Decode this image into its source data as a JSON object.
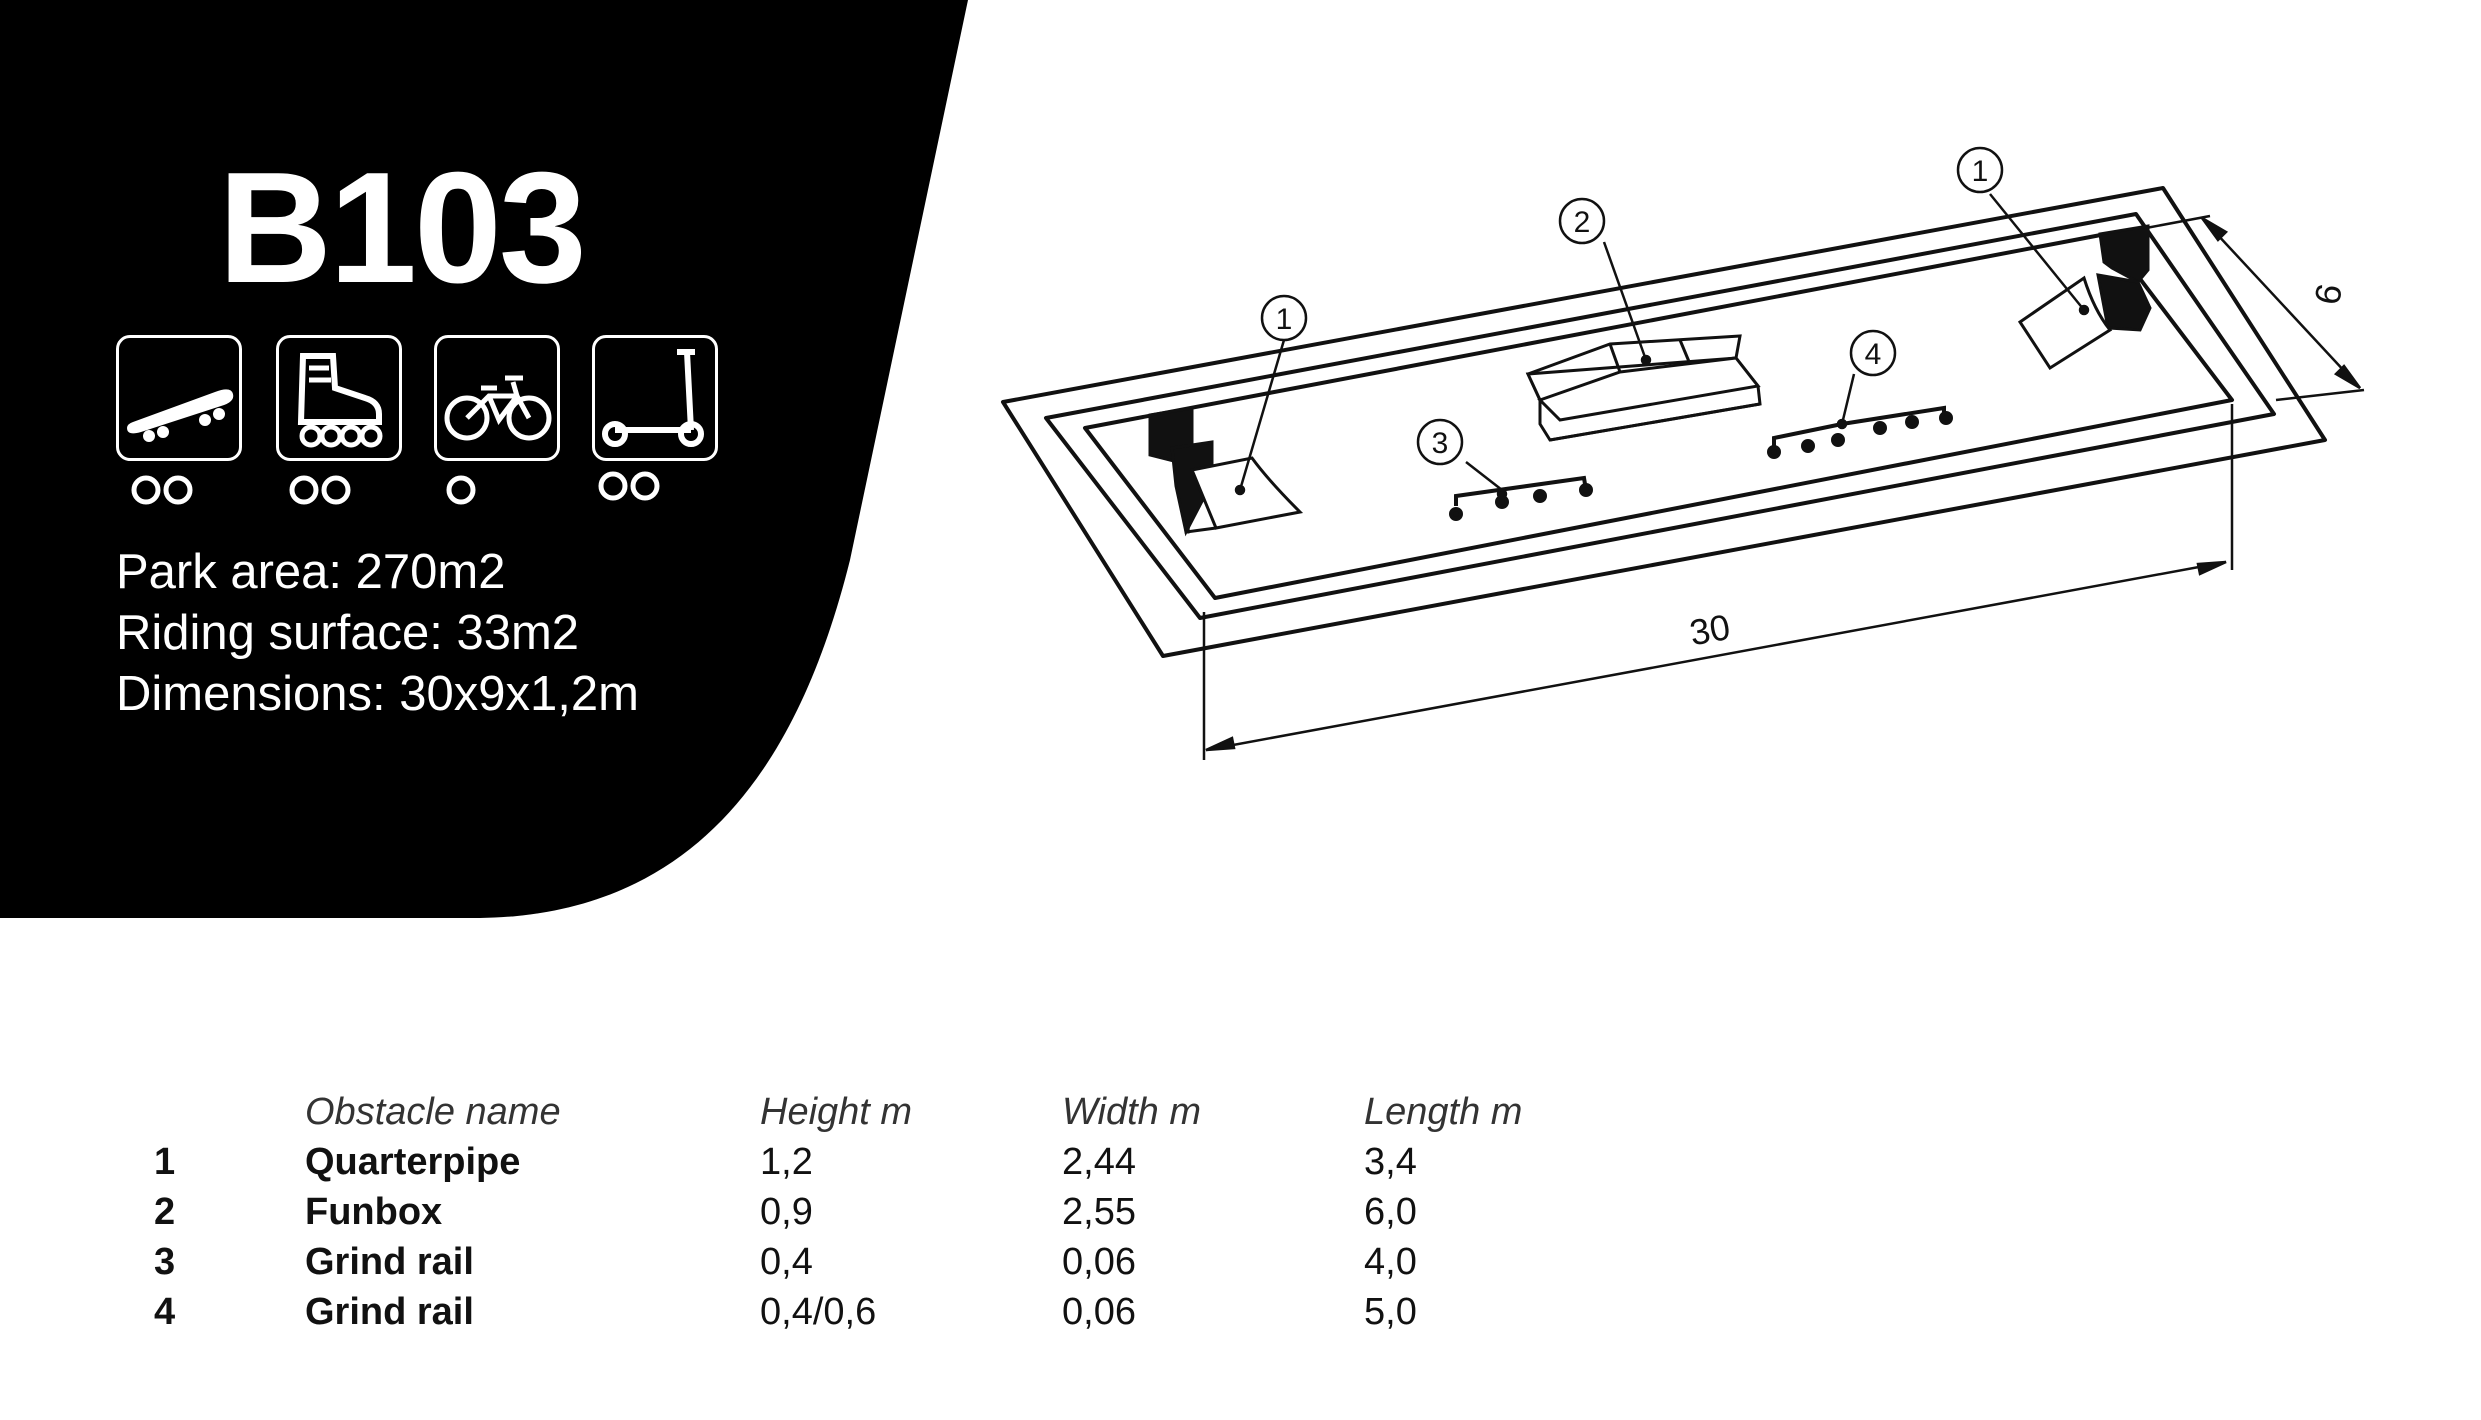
{
  "model": {
    "code": "B103"
  },
  "user_types": [
    {
      "icon": "skateboard-icon",
      "wheels": 2
    },
    {
      "icon": "inline-skate-icon",
      "wheels": 2
    },
    {
      "icon": "bmx-bike-icon",
      "wheels": 1
    },
    {
      "icon": "scooter-icon",
      "wheels": 2
    }
  ],
  "specs": {
    "park_area": "Park area: 270m2",
    "riding_surface": "Riding surface: 33m2",
    "dimensions": "Dimensions: 30x9x1,2m"
  },
  "drawing": {
    "callouts": [
      "1",
      "2",
      "1",
      "4",
      "3"
    ],
    "length_label": "30",
    "width_label": "9"
  },
  "table": {
    "headers": {
      "name": "Obstacle name",
      "height": "Height m",
      "width": "Width m",
      "length": "Length m"
    },
    "rows": [
      {
        "num": "1",
        "name": "Quarterpipe",
        "height": "1,2",
        "width": "2,44",
        "length": "3,4"
      },
      {
        "num": "2",
        "name": "Funbox",
        "height": "0,9",
        "width": "2,55",
        "length": "6,0"
      },
      {
        "num": "3",
        "name": "Grind rail",
        "height": "0,4",
        "width": "0,06",
        "length": "4,0"
      },
      {
        "num": "4",
        "name": "Grind rail",
        "height": "0,4/0,6",
        "width": "0,06",
        "length": "5,0"
      }
    ]
  },
  "colors": {
    "panel": "#000000",
    "text": "#111111",
    "background": "#ffffff"
  }
}
